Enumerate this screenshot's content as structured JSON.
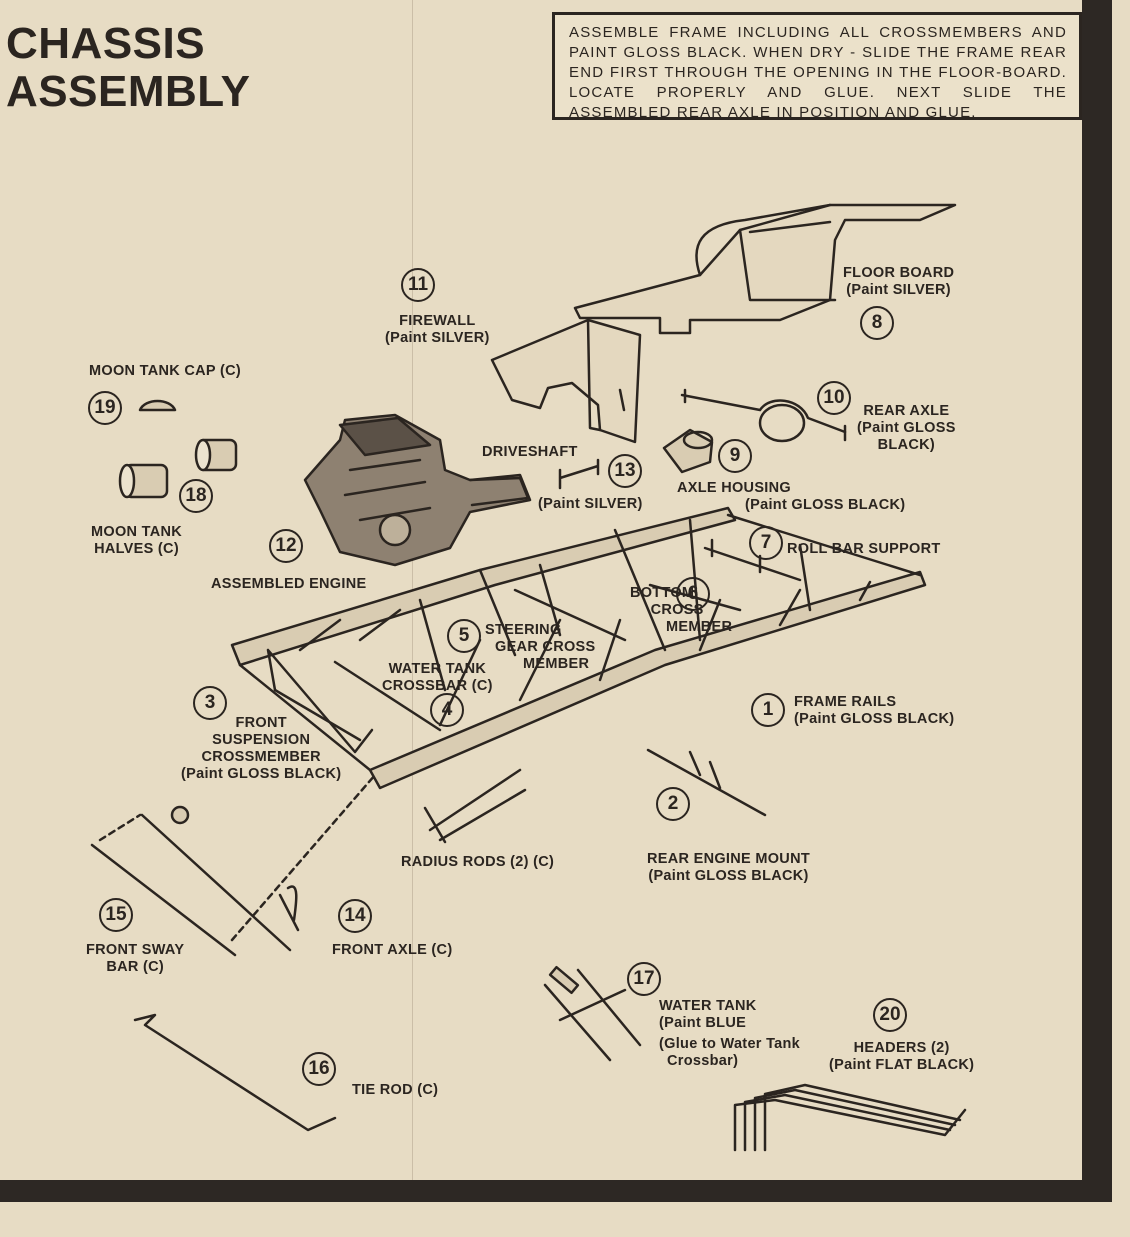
{
  "title": {
    "line1": "CHASSIS",
    "line2": "ASSEMBLY"
  },
  "instructions": "ASSEMBLE FRAME INCLUDING ALL CROSSMEMBERS AND PAINT GLOSS BLACK. WHEN DRY - SLIDE THE FRAME REAR END FIRST THROUGH THE OPENING IN THE FLOOR-BOARD. LOCATE PROPERLY AND GLUE. NEXT SLIDE THE ASSEMBLED REAR AXLE IN POSITION AND GLUE.",
  "parts": [
    {
      "num": "1",
      "lines": [
        "FRAME RAILS",
        "(Paint GLOSS BLACK)"
      ]
    },
    {
      "num": "2",
      "lines": [
        "REAR ENGINE MOUNT",
        "(Paint GLOSS BLACK)"
      ]
    },
    {
      "num": "3",
      "lines": [
        "FRONT",
        "SUSPENSION",
        "CROSSMEMBER",
        "(Paint GLOSS BLACK)"
      ]
    },
    {
      "num": "4",
      "lines": [
        "WATER TANK",
        "CROSSBAR (C)"
      ]
    },
    {
      "num": "5",
      "lines": [
        "STEERING",
        "GEAR CROSS",
        "MEMBER"
      ]
    },
    {
      "num": "6",
      "lines": [
        "BOTTOM",
        "CROSS",
        "MEMBER"
      ]
    },
    {
      "num": "7",
      "lines": [
        "ROLL BAR SUPPORT"
      ]
    },
    {
      "num": "8",
      "lines": [
        "FLOOR BOARD",
        "(Paint SILVER)"
      ]
    },
    {
      "num": "9",
      "lines": [
        "AXLE HOUSING",
        "(Paint GLOSS BLACK)"
      ]
    },
    {
      "num": "10",
      "lines": [
        "REAR AXLE",
        "(Paint GLOSS",
        "BLACK)"
      ]
    },
    {
      "num": "11",
      "lines": [
        "FIREWALL",
        "(Paint SILVER)"
      ]
    },
    {
      "num": "12",
      "lines": [
        "ASSEMBLED ENGINE"
      ]
    },
    {
      "num": "13",
      "lines": [
        "DRIVESHAFT",
        "(Paint SILVER)"
      ]
    },
    {
      "num": "14",
      "lines": [
        "FRONT AXLE (C)"
      ]
    },
    {
      "num": "15",
      "lines": [
        "FRONT SWAY",
        "BAR (C)"
      ]
    },
    {
      "num": "16",
      "lines": [
        "TIE ROD (C)"
      ]
    },
    {
      "num": "17",
      "lines": [
        "WATER TANK",
        "(Paint BLUE",
        "(Glue to Water Tank",
        "Crossbar)"
      ]
    },
    {
      "num": "18",
      "lines": [
        "MOON TANK",
        "HALVES (C)"
      ]
    },
    {
      "num": "19",
      "lines": [
        "MOON TANK CAP (C)"
      ]
    },
    {
      "num": "20",
      "lines": [
        "HEADERS (2)",
        "(Paint FLAT BLACK)"
      ]
    },
    {
      "num": "",
      "lines": [
        "RADIUS RODS (2) (C)"
      ]
    }
  ]
}
